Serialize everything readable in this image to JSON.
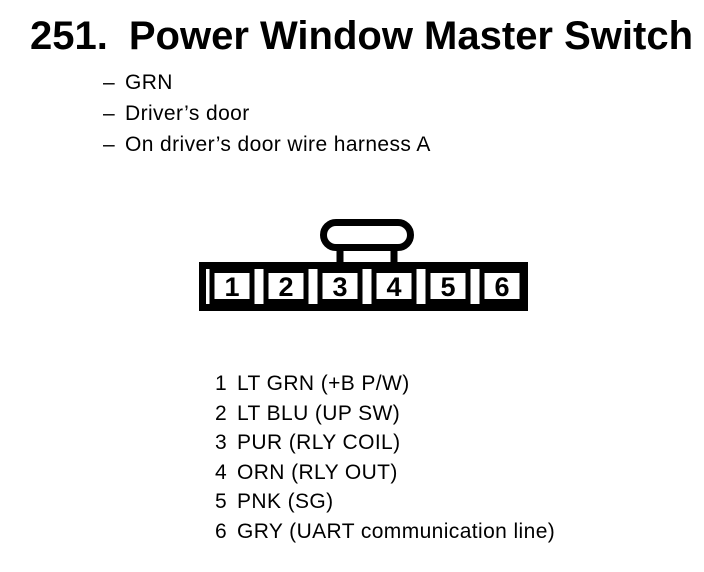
{
  "page": {
    "background": "#ffffff",
    "ink": "#000000"
  },
  "header": {
    "number": "251.",
    "title": "Power Window Master Switch"
  },
  "notes": {
    "bullet": "–",
    "items": [
      "GRN",
      "Driver’s door",
      "On driver’s door wire harness A"
    ]
  },
  "connector": {
    "name": "6-cavity-connector-front-view",
    "pins": [
      "1",
      "2",
      "3",
      "4",
      "5",
      "6"
    ]
  },
  "pin_table": {
    "rows": [
      {
        "pin": "1",
        "desc": "LT GRN (+B P/W)"
      },
      {
        "pin": "2",
        "desc": "LT BLU (UP SW)"
      },
      {
        "pin": "3",
        "desc": "PUR (RLY COIL)"
      },
      {
        "pin": "4",
        "desc": "ORN (RLY OUT)"
      },
      {
        "pin": "5",
        "desc": "PNK (SG)"
      },
      {
        "pin": "6",
        "desc": "GRY (UART communication line)"
      }
    ]
  }
}
